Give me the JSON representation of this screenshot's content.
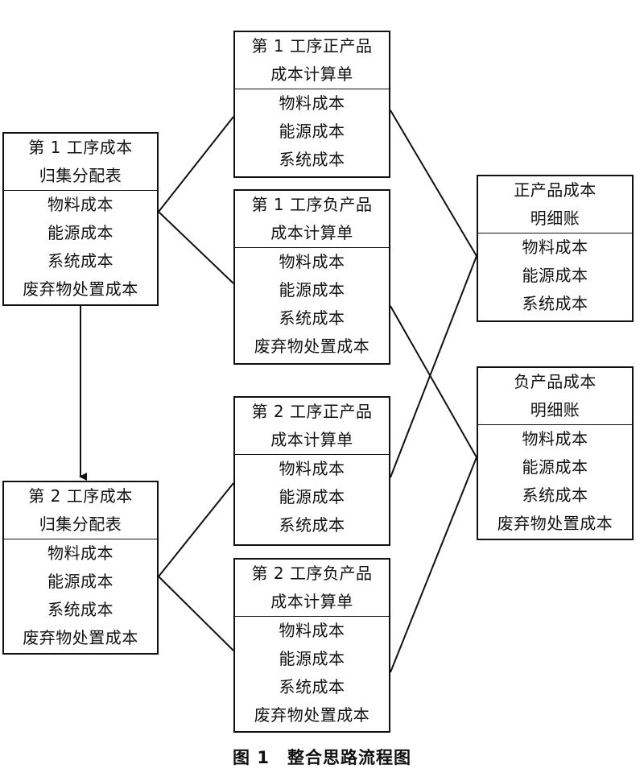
{
  "boxes": {
    "stage1_alloc": {
      "title": [
        "第 1 工序成本",
        "归集分配表"
      ],
      "items": [
        "物料成本",
        "能源成本",
        "系统成本",
        "废弃物处置成本"
      ]
    },
    "stage2_alloc": {
      "title": [
        "第 2 工序成本",
        "归集分配表"
      ],
      "items": [
        "物料成本",
        "能源成本",
        "系统成本",
        "废弃物处置成本"
      ]
    },
    "stage1_pos_calc": {
      "title": [
        "第 1 工序正产品",
        "成本计算单"
      ],
      "items": [
        "物料成本",
        "能源成本",
        "系统成本"
      ]
    },
    "stage1_neg_calc": {
      "title": [
        "第 1 工序负产品",
        "成本计算单"
      ],
      "items": [
        "物料成本",
        "能源成本",
        "系统成本",
        "废弃物处置成本"
      ]
    },
    "stage2_pos_calc": {
      "title": [
        "第 2 工序正产品",
        "成本计算单"
      ],
      "items": [
        "物料成本",
        "能源成本",
        "系统成本"
      ]
    },
    "stage2_neg_calc": {
      "title": [
        "第 2 工序负产品",
        "成本计算单"
      ],
      "items": [
        "物料成本",
        "能源成本",
        "系统成本",
        "废弃物处置成本"
      ]
    },
    "pos_ledger": {
      "title": [
        "正产品成本",
        "明细账"
      ],
      "items": [
        "物料成本",
        "能源成本",
        "系统成本"
      ]
    },
    "neg_ledger": {
      "title": [
        "负产品成本",
        "明细账"
      ],
      "items": [
        "物料成本",
        "能源成本",
        "系统成本",
        "废弃物处置成本"
      ]
    }
  },
  "caption": "图 1　整合思路流程图"
}
